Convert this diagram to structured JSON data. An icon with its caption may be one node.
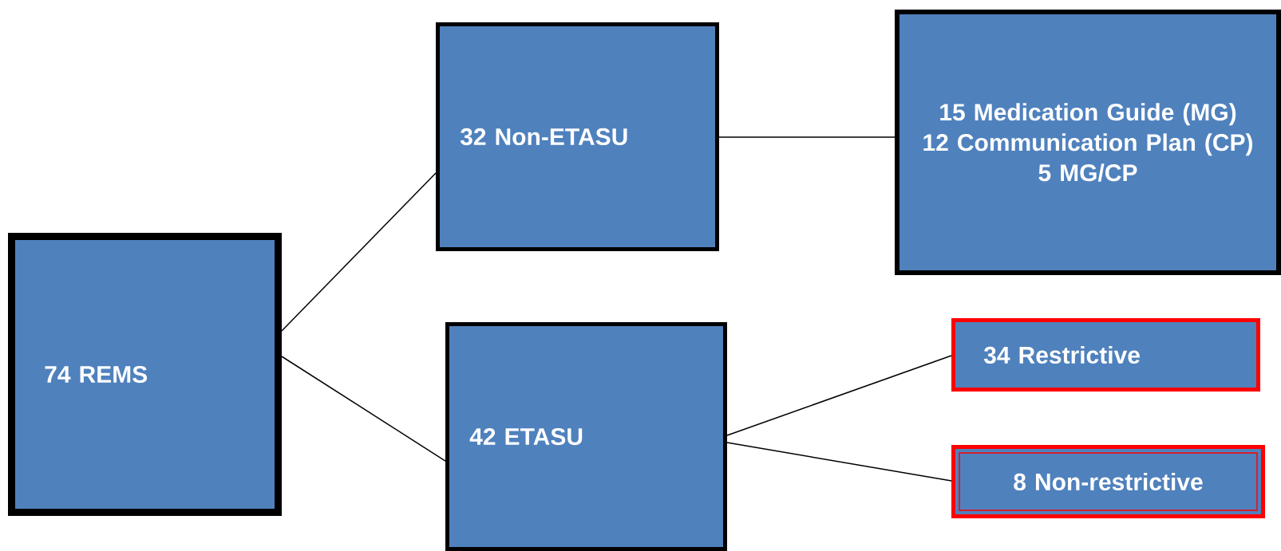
{
  "diagram": {
    "nodes": [
      {
        "text": [
          "74 REMS"
        ]
      },
      {
        "text": [
          "32 Non-ETASU"
        ]
      },
      {
        "text": [
          "42 ETASU"
        ]
      },
      {
        "text": [
          "15 Medication Guide (MG)",
          "12 Communication Plan (CP)",
          "5 MG/CP"
        ]
      },
      {
        "text": [
          "34 Restrictive"
        ]
      },
      {
        "text": [
          "8 Non-restrictive"
        ]
      }
    ],
    "edges": [
      {
        "from": 0,
        "to": 1,
        "arrow": "none"
      },
      {
        "from": 0,
        "to": 2,
        "arrow": "none"
      },
      {
        "from": 1,
        "to": 3,
        "arrow": "none"
      },
      {
        "from": 2,
        "to": 4,
        "arrow": "none"
      },
      {
        "from": 2,
        "to": 5,
        "arrow": "none"
      }
    ]
  }
}
